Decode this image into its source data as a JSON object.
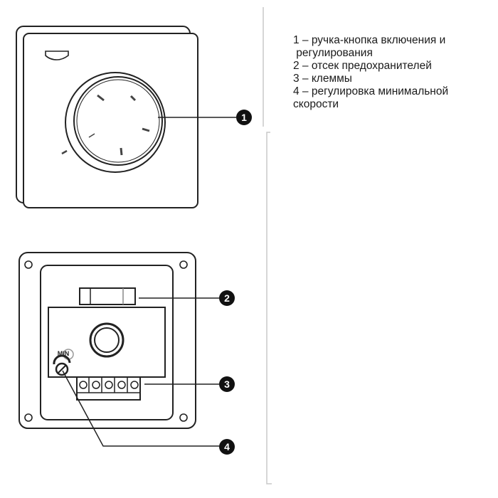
{
  "legend": {
    "items": [
      {
        "number": "1",
        "text": "1 – ручка-кнопка включения и",
        "continuation": " регулирования"
      },
      {
        "number": "2",
        "text": "2 – отсек предохранителей"
      },
      {
        "number": "3",
        "text": "3 – клеммы"
      },
      {
        "number": "4",
        "text": "4 – регулировка минимальной",
        "continuation": "скорости"
      }
    ]
  },
  "diagram": {
    "min_label": "MIN",
    "callouts": [
      "1",
      "2",
      "3",
      "4"
    ]
  }
}
